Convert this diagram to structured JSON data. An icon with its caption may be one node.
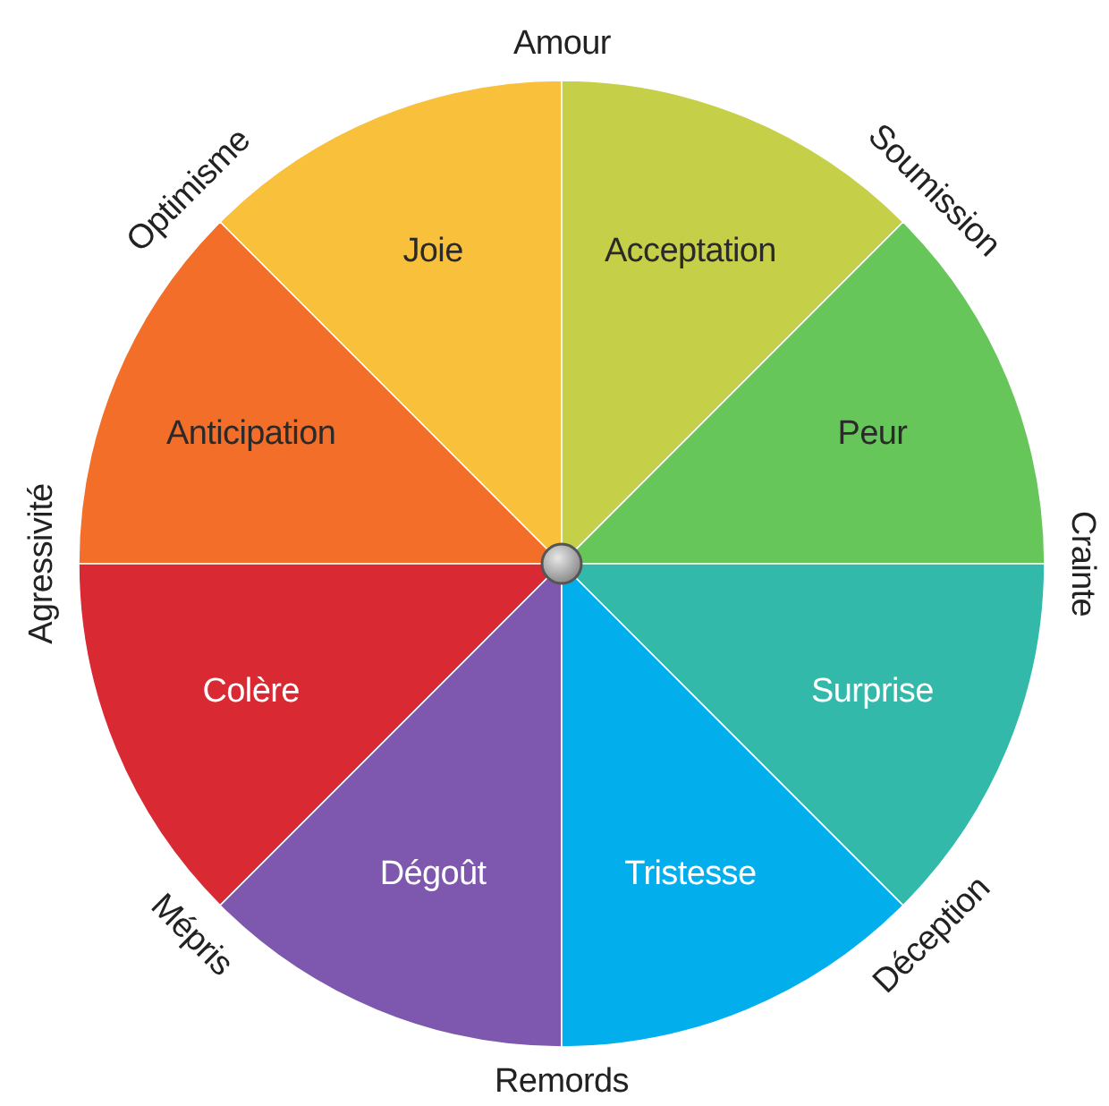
{
  "diagram": {
    "nodes": [
      {
        "text": [
          "Joie"
        ]
      },
      {
        "text": [
          "Acceptation"
        ]
      },
      {
        "text": [
          "Anticipation"
        ]
      },
      {
        "text": [
          "Peur"
        ]
      },
      {
        "text": [
          "Colère"
        ]
      },
      {
        "text": [
          "Surprise"
        ]
      },
      {
        "text": [
          "Dégoût"
        ]
      },
      {
        "text": [
          "Tristesse"
        ]
      }
    ],
    "edges": [],
    "labels": [
      "Amour",
      "Optimisme",
      "Soumission",
      "Agressivité",
      "Crainte",
      "Mépris",
      "Déception",
      "Remords"
    ]
  }
}
